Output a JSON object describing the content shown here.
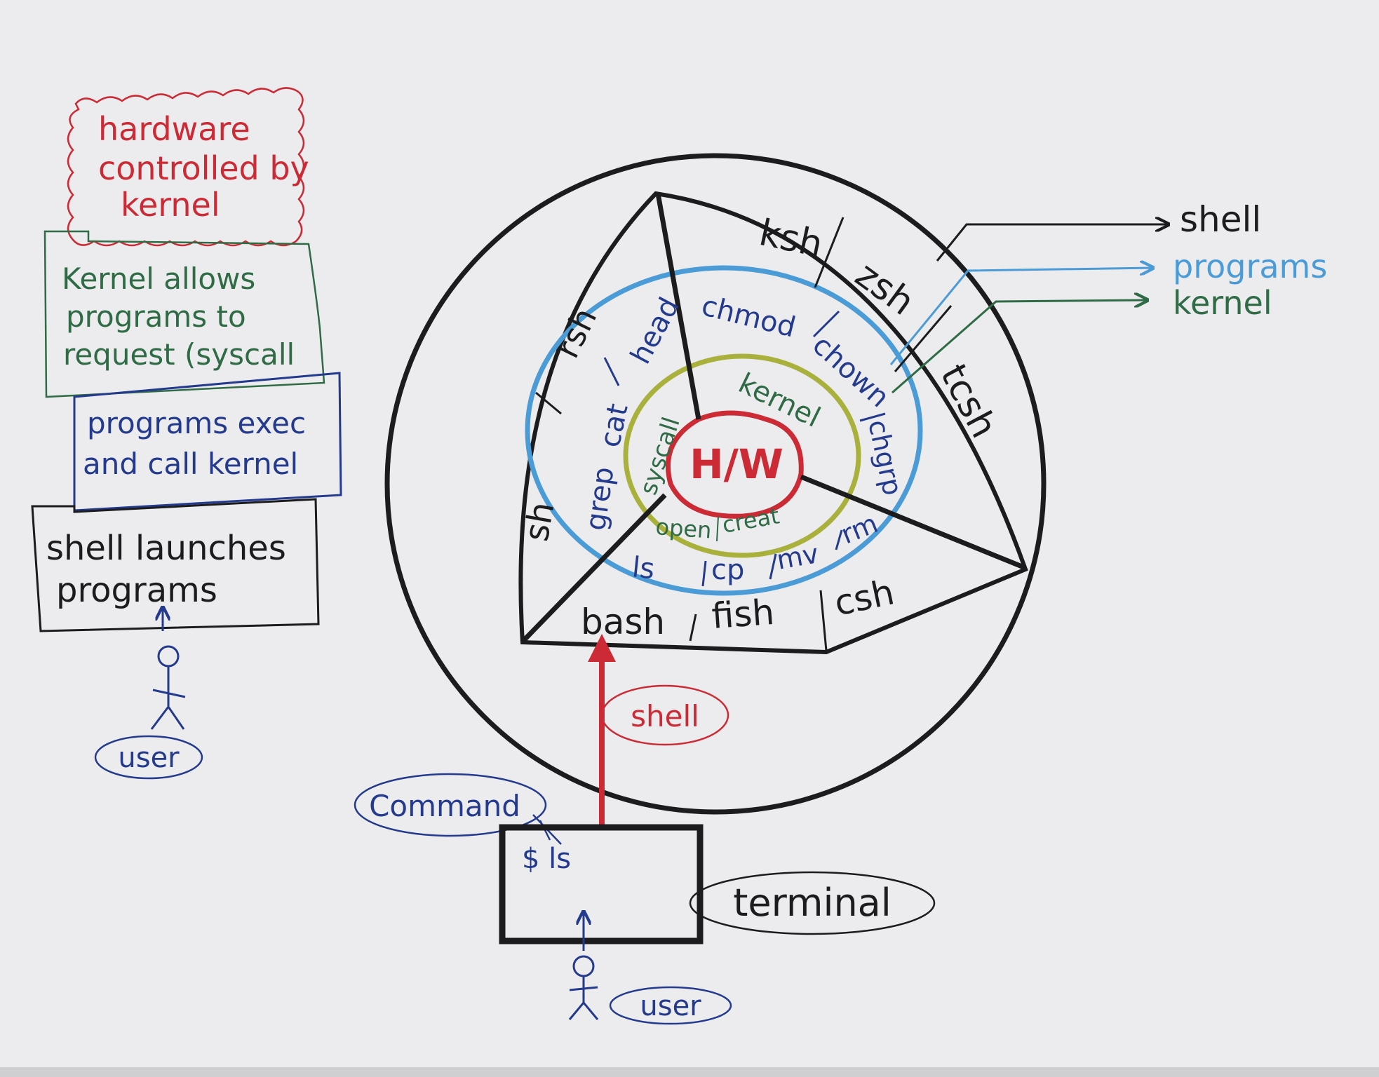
{
  "colors": {
    "paper": "#ececef",
    "ink_black": "#1c1c1e",
    "ink_red": "#cc2b35",
    "ink_blue": "#243a8c",
    "ink_green": "#2f6b45",
    "ink_lightblue": "#4b9bd6",
    "ink_olive": "#a9b13c"
  },
  "notes": {
    "hardware": [
      "hardware",
      "controlled by",
      "kernel"
    ],
    "syscall": [
      "Kernel allows",
      "programs to",
      "request (syscall"
    ],
    "programs": [
      "programs exec",
      "and call kernel"
    ],
    "shell": [
      "shell launches",
      "programs"
    ],
    "user_left": "user"
  },
  "core": {
    "label": "H/W"
  },
  "kernel_ring": {
    "label": "kernel",
    "syscall": "syscall",
    "calls": [
      "open",
      "creat"
    ]
  },
  "program_ring": {
    "programs": [
      "head",
      "chmod",
      "chown",
      "chgrp",
      "grep",
      "cat",
      "ls",
      "cp",
      "mv",
      "rm"
    ]
  },
  "shell_ring": {
    "shells": [
      "ksh",
      "zsh",
      "tcsh",
      "rsh",
      "sh",
      "bash",
      "fish",
      "csh"
    ]
  },
  "legend": {
    "shell": "shell",
    "programs": "programs",
    "kernel": "kernel"
  },
  "bottom": {
    "shell_tag": "shell",
    "command_tag": "Command",
    "terminal_prompt": "$ ls",
    "terminal_tag": "terminal",
    "user_tag": "user"
  }
}
